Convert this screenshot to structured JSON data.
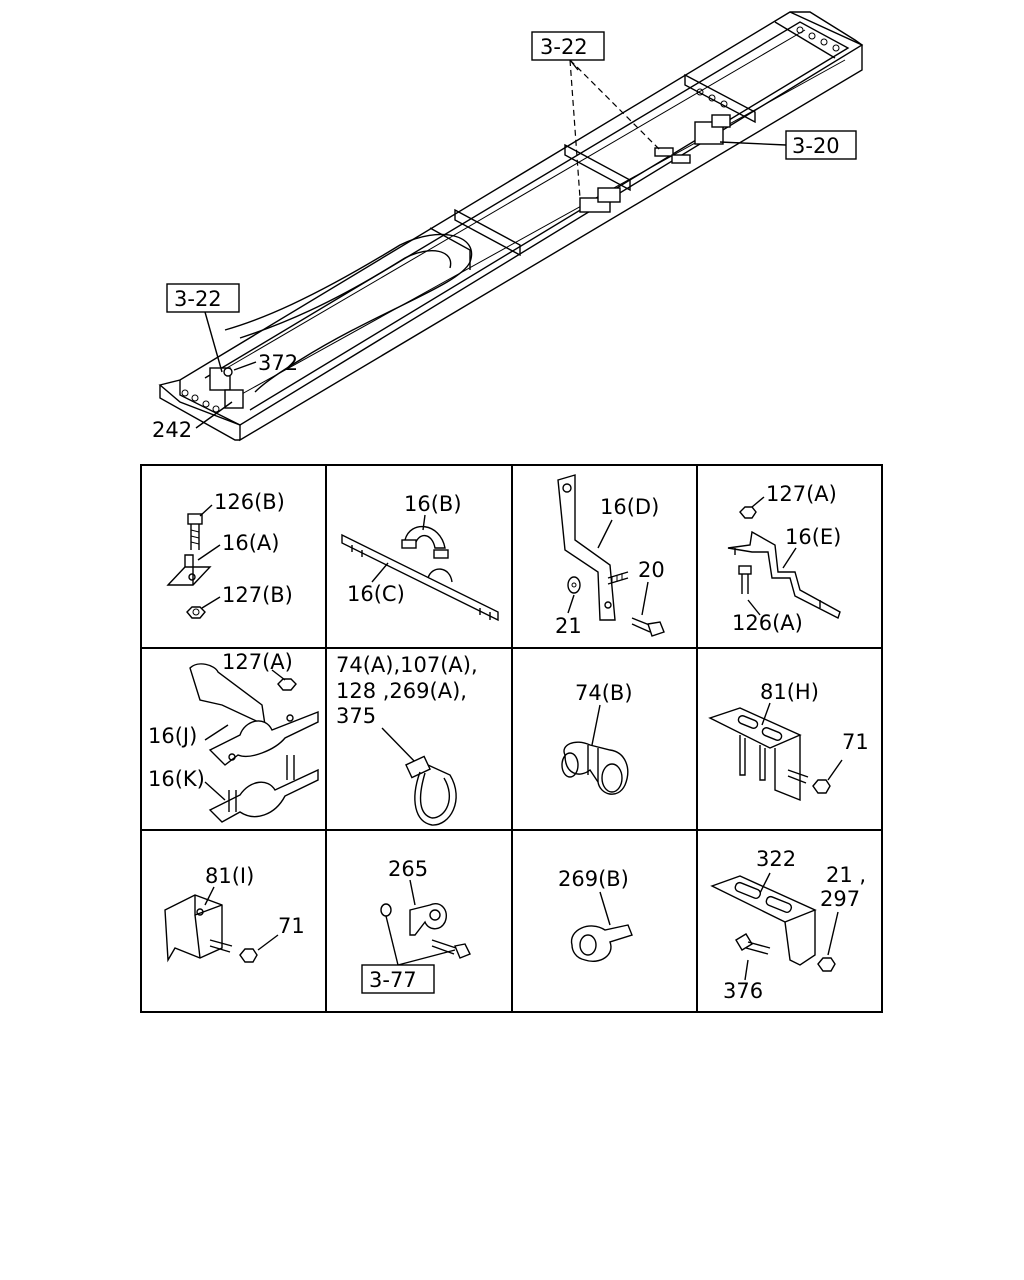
{
  "overview": {
    "ref_top": "3-22",
    "ref_right": "3-20",
    "ref_left": "3-22",
    "label_372": "372",
    "label_242": "242"
  },
  "cells": [
    {
      "labels": [
        "126(B)",
        "16(A)",
        "127(B)"
      ]
    },
    {
      "labels": [
        "16(B)",
        "16(C)"
      ]
    },
    {
      "labels": [
        "16(D)",
        "20",
        "21"
      ]
    },
    {
      "labels": [
        "127(A)",
        "16(E)",
        "126(A)"
      ]
    },
    {
      "labels": [
        "127(A)",
        "16(J)",
        "16(K)"
      ]
    },
    {
      "labels": [
        "74(A),107(A),",
        "128 ,269(A),",
        "375"
      ]
    },
    {
      "labels": [
        "74(B)"
      ]
    },
    {
      "labels": [
        "81(H)",
        "71"
      ]
    },
    {
      "labels": [
        "81(I)",
        "71"
      ]
    },
    {
      "labels": [
        "265",
        "3-77"
      ]
    },
    {
      "labels": [
        "269(B)"
      ]
    },
    {
      "labels": [
        "322",
        "21 ,",
        "297",
        "376"
      ]
    }
  ]
}
